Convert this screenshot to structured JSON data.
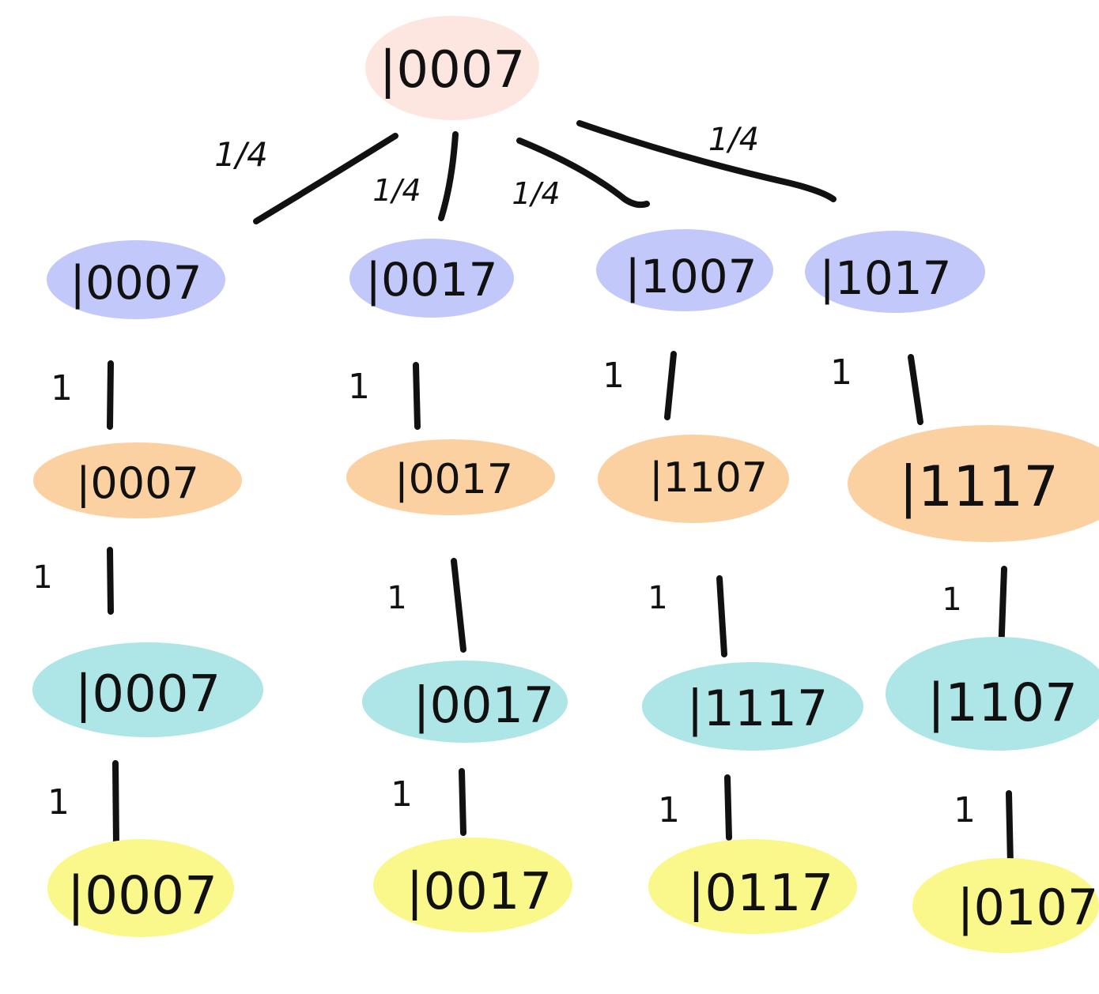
{
  "colors": {
    "ink": "#111111",
    "root": "#fde6e0",
    "level1": "#c3c8fb",
    "level2": "#fcd1a2",
    "level3": "#aee5e6",
    "level4": "#faf88a"
  },
  "root": {
    "label": "|0007"
  },
  "branches": [
    {
      "edge_label": "1/4",
      "ket": "|0007",
      "steps": [
        {
          "prob": "1",
          "ket": "|0007"
        },
        {
          "prob": "1",
          "ket": "|0007"
        },
        {
          "prob": "1",
          "ket": "|0007"
        }
      ]
    },
    {
      "edge_label": "1/4",
      "ket": "|0017",
      "steps": [
        {
          "prob": "1",
          "ket": "|0017"
        },
        {
          "prob": "1",
          "ket": "|0017"
        },
        {
          "prob": "1",
          "ket": "|0017"
        }
      ]
    },
    {
      "edge_label": "1/4",
      "ket": "|1007",
      "steps": [
        {
          "prob": "1",
          "ket": "|1107"
        },
        {
          "prob": "1",
          "ket": "|1117"
        },
        {
          "prob": "1",
          "ket": "|0117"
        }
      ]
    },
    {
      "edge_label": "1/4",
      "ket": "|1017",
      "steps": [
        {
          "prob": "1",
          "ket": "|1117"
        },
        {
          "prob": "1",
          "ket": "|1107"
        },
        {
          "prob": "1",
          "ket": "|0107"
        }
      ]
    }
  ]
}
